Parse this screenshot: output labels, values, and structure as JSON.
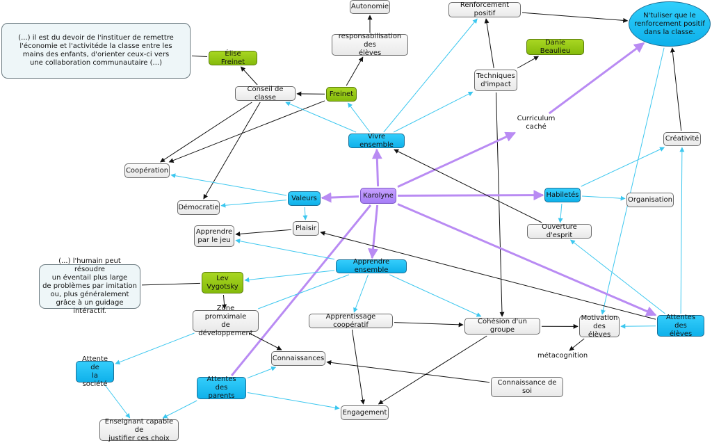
{
  "nodes": [
    {
      "id": "autonomie",
      "text": "Autonomie",
      "style": "gray"
    },
    {
      "id": "responsabilisation",
      "text": "responsabilisation des\nélèves",
      "style": "gray"
    },
    {
      "id": "renforcement",
      "text": "Renforcement positif",
      "style": "gray"
    },
    {
      "id": "nutiliser",
      "text": "N'tuliser que le\nrenforcement positif\ndans la classe.",
      "style": "ellipse"
    },
    {
      "id": "citation_freinet",
      "text": "(...) il est du devoir de l'instituer de remettre\nl'économie et l'activitéde la classe entre les\nmains des enfants, d'orienter ceux-ci vers\nune collaboration communautaire (...)",
      "style": "note"
    },
    {
      "id": "elise_freinet",
      "text": "Élise Freinet",
      "style": "green"
    },
    {
      "id": "danie_beaulieu",
      "text": "Danie Beaulieu",
      "style": "green"
    },
    {
      "id": "techniques",
      "text": "Techniques\nd'impact",
      "style": "gray"
    },
    {
      "id": "conseil",
      "text": "Conseil de classe",
      "style": "gray"
    },
    {
      "id": "freinet",
      "text": "Freinet",
      "style": "green"
    },
    {
      "id": "vivre",
      "text": "Vivre ensemble",
      "style": "blue"
    },
    {
      "id": "creativite",
      "text": "Créativité",
      "style": "gray"
    },
    {
      "id": "cooperation",
      "text": "Coopération",
      "style": "gray"
    },
    {
      "id": "karolyne",
      "text": "Karolyne",
      "style": "purple"
    },
    {
      "id": "habiletes",
      "text": "Habiletés",
      "style": "blue"
    },
    {
      "id": "organisation",
      "text": "Organisation",
      "style": "gray"
    },
    {
      "id": "valeurs",
      "text": "Valeurs",
      "style": "blue"
    },
    {
      "id": "democratie",
      "text": "Démocratie",
      "style": "gray"
    },
    {
      "id": "plaisir",
      "text": "Plaisir",
      "style": "gray"
    },
    {
      "id": "ouverture",
      "text": "Ouverture d'esprit",
      "style": "gray"
    },
    {
      "id": "apprendre_jeu",
      "text": "Apprendre\npar le jeu",
      "style": "gray"
    },
    {
      "id": "apprendre_ensemble",
      "text": "Apprendre ensemble",
      "style": "blue"
    },
    {
      "id": "citation_vygotsky",
      "text": "(...) l'humain peut résoudre\nun éventail plus large\nde problèmes par imitation\nou, plus généralement\ngrâce à un guidage intéractif.",
      "style": "note"
    },
    {
      "id": "vygotsky",
      "text": "Lev\nVygotsky",
      "style": "green"
    },
    {
      "id": "zone",
      "text": "Zone promximale\nde développement",
      "style": "gray"
    },
    {
      "id": "apprentissage",
      "text": "Apprentissage coopératif",
      "style": "gray"
    },
    {
      "id": "cohesion",
      "text": "Cohésion d'un groupe",
      "style": "gray"
    },
    {
      "id": "motivation",
      "text": "Motivation\ndes élèves",
      "style": "gray"
    },
    {
      "id": "attentes_eleves",
      "text": "Attentes des\nélèves",
      "style": "blue"
    },
    {
      "id": "attente_societe",
      "text": "Attente de\nla société",
      "style": "blue"
    },
    {
      "id": "connaissances",
      "text": "Connaissances",
      "style": "gray"
    },
    {
      "id": "connaissance_soi",
      "text": "Connaissance de soi",
      "style": "gray"
    },
    {
      "id": "attentes_parents",
      "text": "Attentes des\nparents",
      "style": "blue"
    },
    {
      "id": "engagement",
      "text": "Engagement",
      "style": "gray"
    },
    {
      "id": "enseignant",
      "text": "Enseignant capable de\njustifier ces choix",
      "style": "gray"
    }
  ],
  "labels": [
    {
      "id": "curriculum",
      "text": "Curriculum\ncaché"
    },
    {
      "id": "metacognition",
      "text": "métacognition"
    }
  ],
  "colors": {
    "black": "#111111",
    "cyan": "#3cc7ef",
    "purple": "#b98bf3"
  },
  "edges": [
    {
      "from": "responsabilisation",
      "to": "autonomie",
      "color": "black"
    },
    {
      "from": "freinet",
      "to": "responsabilisation",
      "color": "black"
    },
    {
      "from": "freinet",
      "to": "conseil",
      "color": "black"
    },
    {
      "from": "elise_freinet",
      "to": "citation_freinet",
      "color": "black",
      "arrow": false
    },
    {
      "from": "conseil",
      "to": "elise_freinet",
      "color": "black"
    },
    {
      "from": "conseil",
      "to": "cooperation",
      "color": "black"
    },
    {
      "from": "freinet",
      "to": "cooperation",
      "color": "black"
    },
    {
      "from": "conseil",
      "to": "democratie",
      "color": "black"
    },
    {
      "from": "vivre",
      "to": "conseil",
      "color": "cyan"
    },
    {
      "from": "vivre",
      "to": "freinet",
      "color": "cyan"
    },
    {
      "from": "vivre",
      "to": "renforcement",
      "color": "cyan"
    },
    {
      "from": "vivre",
      "to": "techniques",
      "color": "cyan"
    },
    {
      "from": "techniques",
      "to": "renforcement",
      "color": "black"
    },
    {
      "from": "techniques",
      "to": "danie_beaulieu",
      "color": "black"
    },
    {
      "from": "renforcement",
      "to": "nutiliser",
      "color": "black"
    },
    {
      "from": "techniques",
      "to": "cohesion",
      "color": "black"
    },
    {
      "from": "creativite",
      "to": "nutiliser",
      "color": "black"
    },
    {
      "from": "nutiliser",
      "to": "motivation",
      "color": "cyan"
    },
    {
      "from": "karolyne",
      "to": "vivre",
      "color": "purple"
    },
    {
      "from": "karolyne",
      "to": "curriculum",
      "color": "purple"
    },
    {
      "from": "curriculum",
      "to": "nutiliser",
      "color": "purple"
    },
    {
      "from": "karolyne",
      "to": "valeurs",
      "color": "purple"
    },
    {
      "from": "karolyne",
      "to": "habiletes",
      "color": "purple"
    },
    {
      "from": "karolyne",
      "to": "apprendre_ensemble",
      "color": "purple"
    },
    {
      "from": "karolyne",
      "to": "attentes_eleves",
      "color": "purple"
    },
    {
      "from": "karolyne",
      "to": "attentes_parents",
      "color": "purple",
      "arrow": false
    },
    {
      "from": "ouverture",
      "to": "vivre",
      "color": "black"
    },
    {
      "from": "habiletes",
      "to": "creativite",
      "color": "cyan"
    },
    {
      "from": "habiletes",
      "to": "organisation",
      "color": "cyan"
    },
    {
      "from": "habiletes",
      "to": "ouverture",
      "color": "cyan"
    },
    {
      "from": "valeurs",
      "to": "cooperation",
      "color": "cyan"
    },
    {
      "from": "valeurs",
      "to": "democratie",
      "color": "cyan"
    },
    {
      "from": "valeurs",
      "to": "plaisir",
      "color": "cyan"
    },
    {
      "from": "plaisir",
      "to": "apprendre_jeu",
      "color": "black"
    },
    {
      "from": "attentes_eleves",
      "to": "plaisir",
      "color": "black"
    },
    {
      "from": "apprendre_ensemble",
      "to": "apprendre_jeu",
      "color": "cyan"
    },
    {
      "from": "apprendre_ensemble",
      "to": "vygotsky",
      "color": "cyan"
    },
    {
      "from": "apprendre_ensemble",
      "to": "apprentissage",
      "color": "cyan"
    },
    {
      "from": "apprendre_ensemble",
      "to": "cohesion",
      "color": "cyan"
    },
    {
      "from": "apprendre_ensemble",
      "to": "zone",
      "color": "cyan",
      "arrow": false
    },
    {
      "from": "vygotsky",
      "to": "citation_vygotsky",
      "color": "black",
      "arrow": false
    },
    {
      "from": "vygotsky",
      "to": "zone",
      "color": "black"
    },
    {
      "from": "zone",
      "to": "attente_societe",
      "color": "cyan"
    },
    {
      "from": "zone",
      "to": "connaissances",
      "color": "black"
    },
    {
      "from": "apprentissage",
      "to": "cohesion",
      "color": "black"
    },
    {
      "from": "apprentissage",
      "to": "engagement",
      "color": "black"
    },
    {
      "from": "cohesion",
      "to": "engagement",
      "color": "black"
    },
    {
      "from": "cohesion",
      "to": "motivation",
      "color": "black"
    },
    {
      "from": "attentes_eleves",
      "to": "motivation",
      "color": "cyan"
    },
    {
      "from": "attentes_eleves",
      "to": "creativite",
      "color": "cyan"
    },
    {
      "from": "attentes_eleves",
      "to": "ouverture",
      "color": "cyan"
    },
    {
      "from": "motivation",
      "to": "metacognition",
      "color": "black"
    },
    {
      "from": "connaissance_soi",
      "to": "connaissances",
      "color": "black"
    },
    {
      "from": "attentes_parents",
      "to": "connaissances",
      "color": "cyan"
    },
    {
      "from": "attentes_parents",
      "to": "engagement",
      "color": "cyan"
    },
    {
      "from": "attentes_parents",
      "to": "enseignant",
      "color": "cyan"
    },
    {
      "from": "attente_societe",
      "to": "enseignant",
      "color": "cyan"
    }
  ]
}
